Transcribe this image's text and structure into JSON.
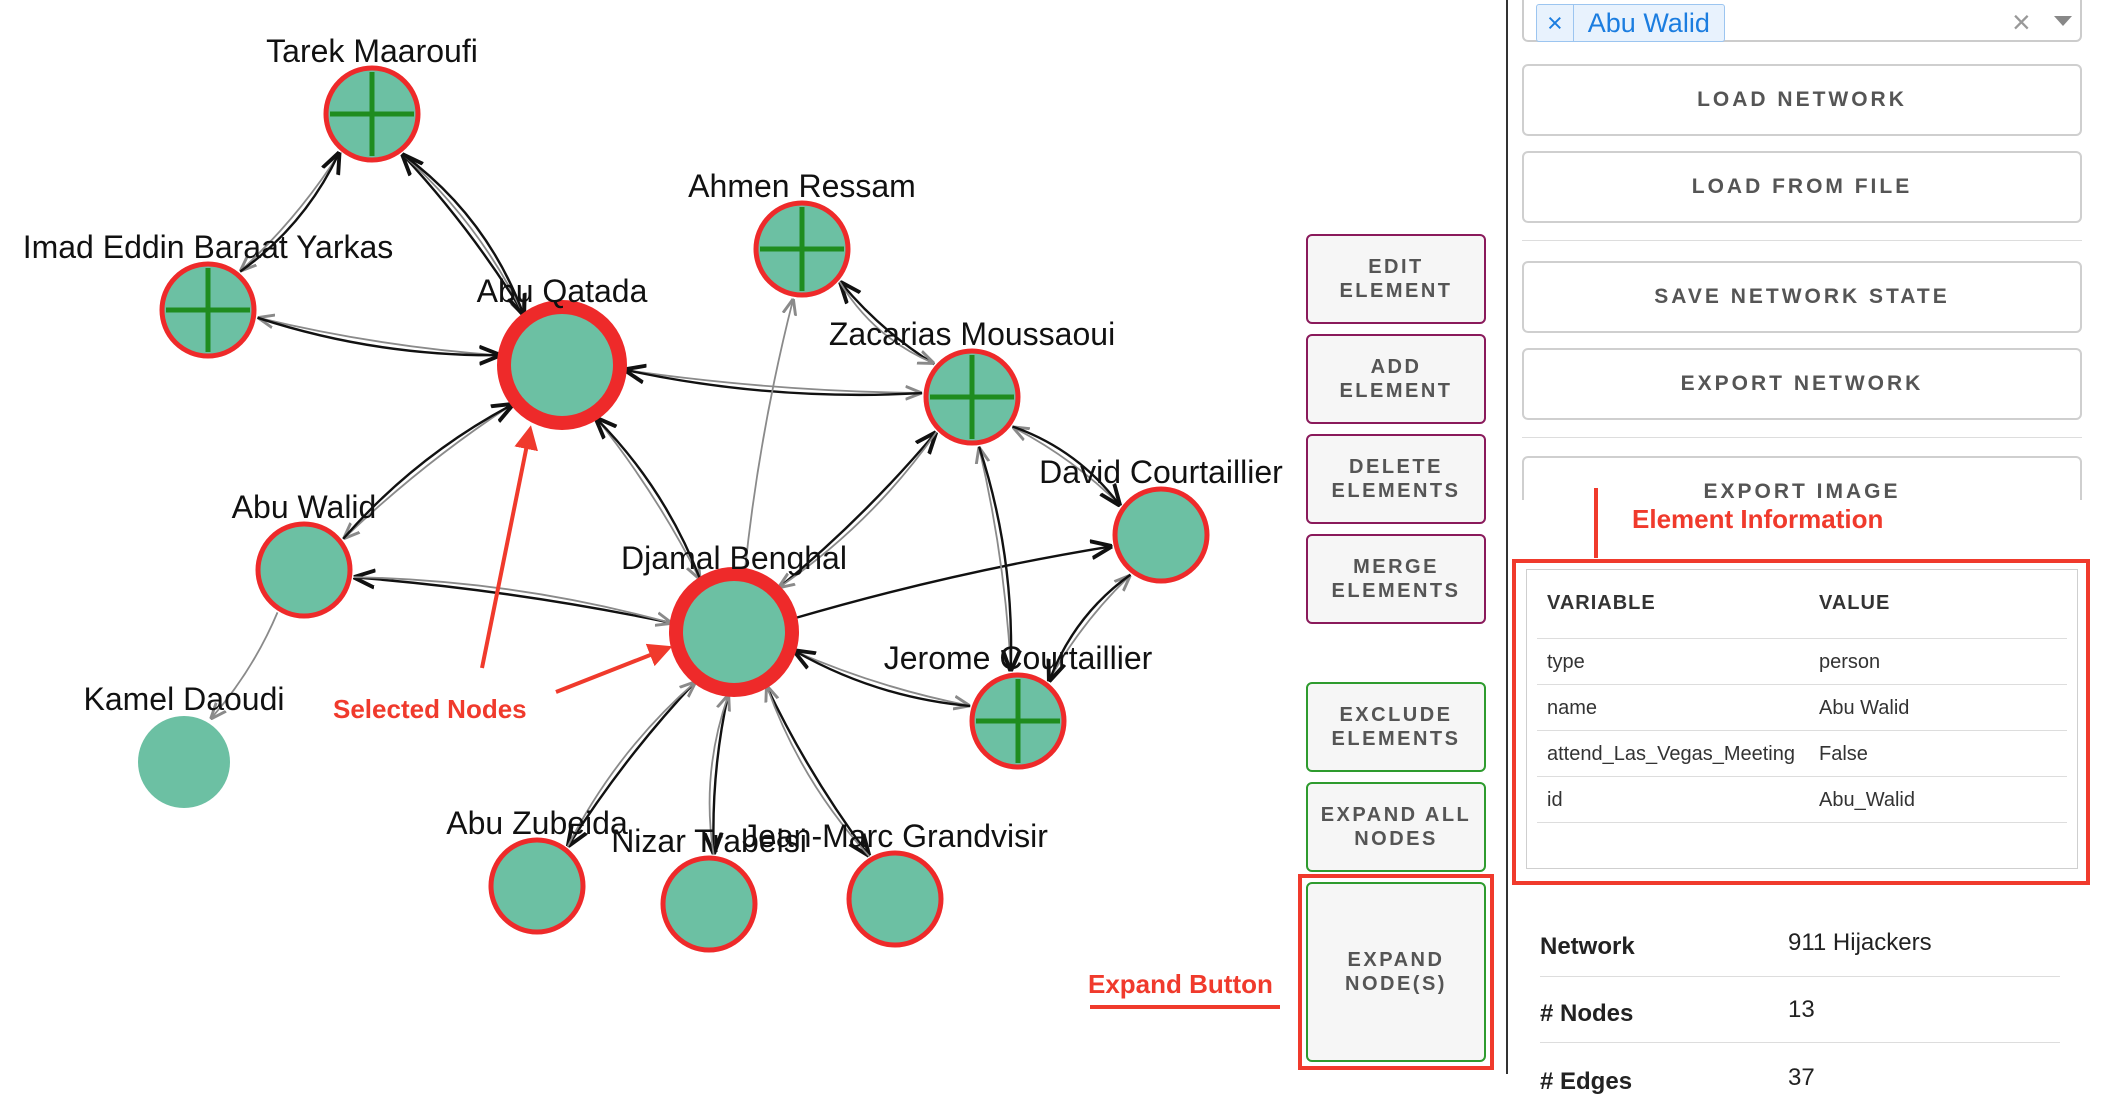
{
  "graph": {
    "nodes": [
      {
        "id": "tarek",
        "label": "Tarek Maaroufi",
        "expandable": true,
        "selected": false
      },
      {
        "id": "imad",
        "label": "Imad Eddin Baraat Yarkas",
        "expandable": true,
        "selected": false
      },
      {
        "id": "qatada",
        "label": "Abu Qatada",
        "expandable": false,
        "selected": true
      },
      {
        "id": "ahmen",
        "label": "Ahmen Ressam",
        "expandable": true,
        "selected": false
      },
      {
        "id": "zacarias",
        "label": "Zacarias Moussaoui",
        "expandable": true,
        "selected": false
      },
      {
        "id": "david",
        "label": "David Courtaillier",
        "expandable": false,
        "selected": false
      },
      {
        "id": "walid",
        "label": "Abu Walid",
        "expandable": false,
        "selected": false
      },
      {
        "id": "djamal",
        "label": "Djamal Benghal",
        "expandable": false,
        "selected": true
      },
      {
        "id": "jerome",
        "label": "Jerome Courtaillier",
        "expandable": true,
        "selected": false
      },
      {
        "id": "kamel",
        "label": "Kamel Daoudi",
        "expandable": false,
        "selected": false
      },
      {
        "id": "zubeida",
        "label": "Abu Zubeida",
        "expandable": false,
        "selected": false
      },
      {
        "id": "nizar",
        "label": "Nizar Trabelsi",
        "expandable": false,
        "selected": false
      },
      {
        "id": "jeanmarc",
        "label": "Jean-Marc Grandvisir",
        "expandable": false,
        "selected": false
      }
    ],
    "edges": [
      [
        "qatada",
        "tarek"
      ],
      [
        "tarek",
        "qatada"
      ],
      [
        "tarek",
        "qatada"
      ],
      [
        "qatada",
        "imad"
      ],
      [
        "imad",
        "qatada"
      ],
      [
        "tarek",
        "imad"
      ],
      [
        "imad",
        "tarek"
      ],
      [
        "qatada",
        "zacarias"
      ],
      [
        "zacarias",
        "qatada"
      ],
      [
        "qatada",
        "walid"
      ],
      [
        "walid",
        "qatada"
      ],
      [
        "qatada",
        "djamal"
      ],
      [
        "djamal",
        "qatada"
      ],
      [
        "djamal",
        "ahmen"
      ],
      [
        "zacarias",
        "ahmen"
      ],
      [
        "ahmen",
        "zacarias"
      ],
      [
        "djamal",
        "zacarias"
      ],
      [
        "zacarias",
        "djamal"
      ],
      [
        "djamal",
        "walid"
      ],
      [
        "walid",
        "djamal"
      ],
      [
        "djamal",
        "david"
      ],
      [
        "djamal",
        "jerome"
      ],
      [
        "jerome",
        "djamal"
      ],
      [
        "jerome",
        "zacarias"
      ],
      [
        "zacarias",
        "jerome"
      ],
      [
        "david",
        "zacarias"
      ],
      [
        "zacarias",
        "david"
      ],
      [
        "jerome",
        "david"
      ],
      [
        "david",
        "jerome"
      ],
      [
        "walid",
        "kamel"
      ],
      [
        "djamal",
        "zubeida"
      ],
      [
        "zubeida",
        "djamal"
      ],
      [
        "djamal",
        "nizar"
      ],
      [
        "nizar",
        "djamal"
      ],
      [
        "djamal",
        "jeanmarc"
      ],
      [
        "jeanmarc",
        "djamal"
      ]
    ],
    "colors": {
      "node_fill": "#6cc0a3",
      "node_border": "#ee2a2a",
      "expand_cross": "#1f8c1f",
      "edge_primary": "#111111",
      "edge_secondary": "#8a8a8a"
    }
  },
  "annotations": {
    "selected_nodes": "Selected Nodes",
    "element_information": "Element Information",
    "expand_button": "Expand Button",
    "color": "#f03a2c"
  },
  "toolbar": {
    "edit": [
      "EDIT",
      "ELEMENT"
    ],
    "add": [
      "ADD",
      "ELEMENT"
    ],
    "delete": [
      "DELETE",
      "ELEMENTS"
    ],
    "merge": [
      "MERGE",
      "ELEMENTS"
    ],
    "exclude": [
      "EXCLUDE",
      "ELEMENTS"
    ],
    "expand_all": [
      "EXPAND ALL",
      "NODES"
    ],
    "expand": [
      "EXPAND",
      "NODE(S)"
    ]
  },
  "sidebar": {
    "search": {
      "selected_chip": "Abu Walid",
      "chip_remove": "×",
      "clear": "×"
    },
    "load_network": "LOAD NETWORK",
    "load_from_file": "LOAD FROM FILE",
    "save_network_state": "SAVE NETWORK STATE",
    "export_network": "EXPORT NETWORK",
    "export_image": "EXPORT IMAGE",
    "element_info": {
      "header_variable": "VARIABLE",
      "header_value": "VALUE",
      "rows": [
        {
          "variable": "type",
          "value": "person"
        },
        {
          "variable": "name",
          "value": "Abu Walid"
        },
        {
          "variable": "attend_Las_Vegas_Meeting",
          "value": "False"
        },
        {
          "variable": "id",
          "value": "Abu_Walid"
        }
      ]
    },
    "stats": [
      {
        "label": "Network",
        "value": "911 Hijackers"
      },
      {
        "label": "# Nodes",
        "value": "13"
      },
      {
        "label": "# Edges",
        "value": "37"
      }
    ]
  }
}
